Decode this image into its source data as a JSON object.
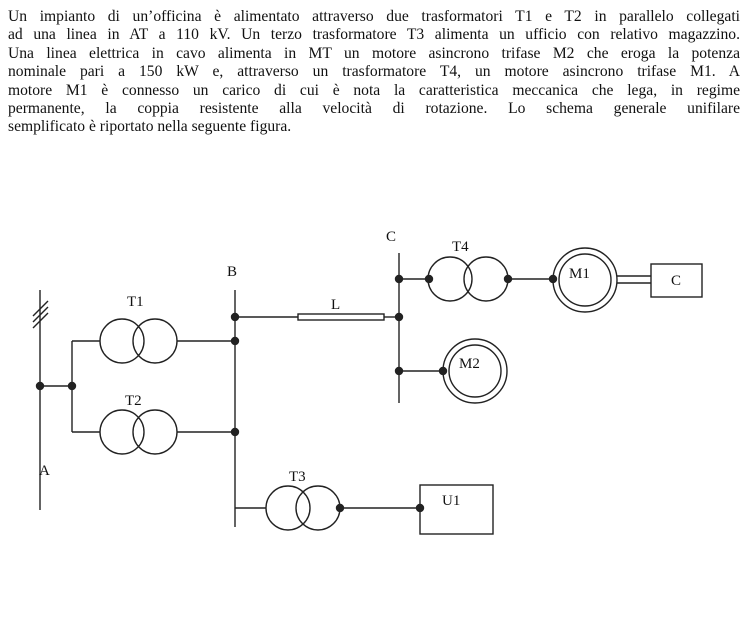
{
  "text": {
    "lines": [
      "Un impianto di un’officina è alimentato attraverso due trasformatori T1 e T2 in parallelo collegati",
      "ad una linea in AT a 110 kV. Un terzo trasformatore T3 alimenta un ufficio con relativo magazzino.",
      "Una linea elettrica in cavo alimenta in MT un motore asincrono trifase M2 che eroga la potenza",
      "nominale pari a 150 kW e, attraverso un trasformatore T4, un motore asincrono trifase M1. A",
      "motore M1 è connesso un carico di cui è nota la caratteristica meccanica che lega, in regime",
      "permanente, la coppia resistente alla velocità di rotazione. Lo schema generale unifilare",
      "semplificato è riportato nella seguente figura."
    ]
  },
  "diagram": {
    "bus_a": "A",
    "bus_b": "B",
    "bus_c": "C",
    "t1": "T1",
    "t2": "T2",
    "t3": "T3",
    "t4": "T4",
    "line": "L",
    "m1": "M1",
    "m2": "M2",
    "load": "C",
    "office": "U1"
  }
}
